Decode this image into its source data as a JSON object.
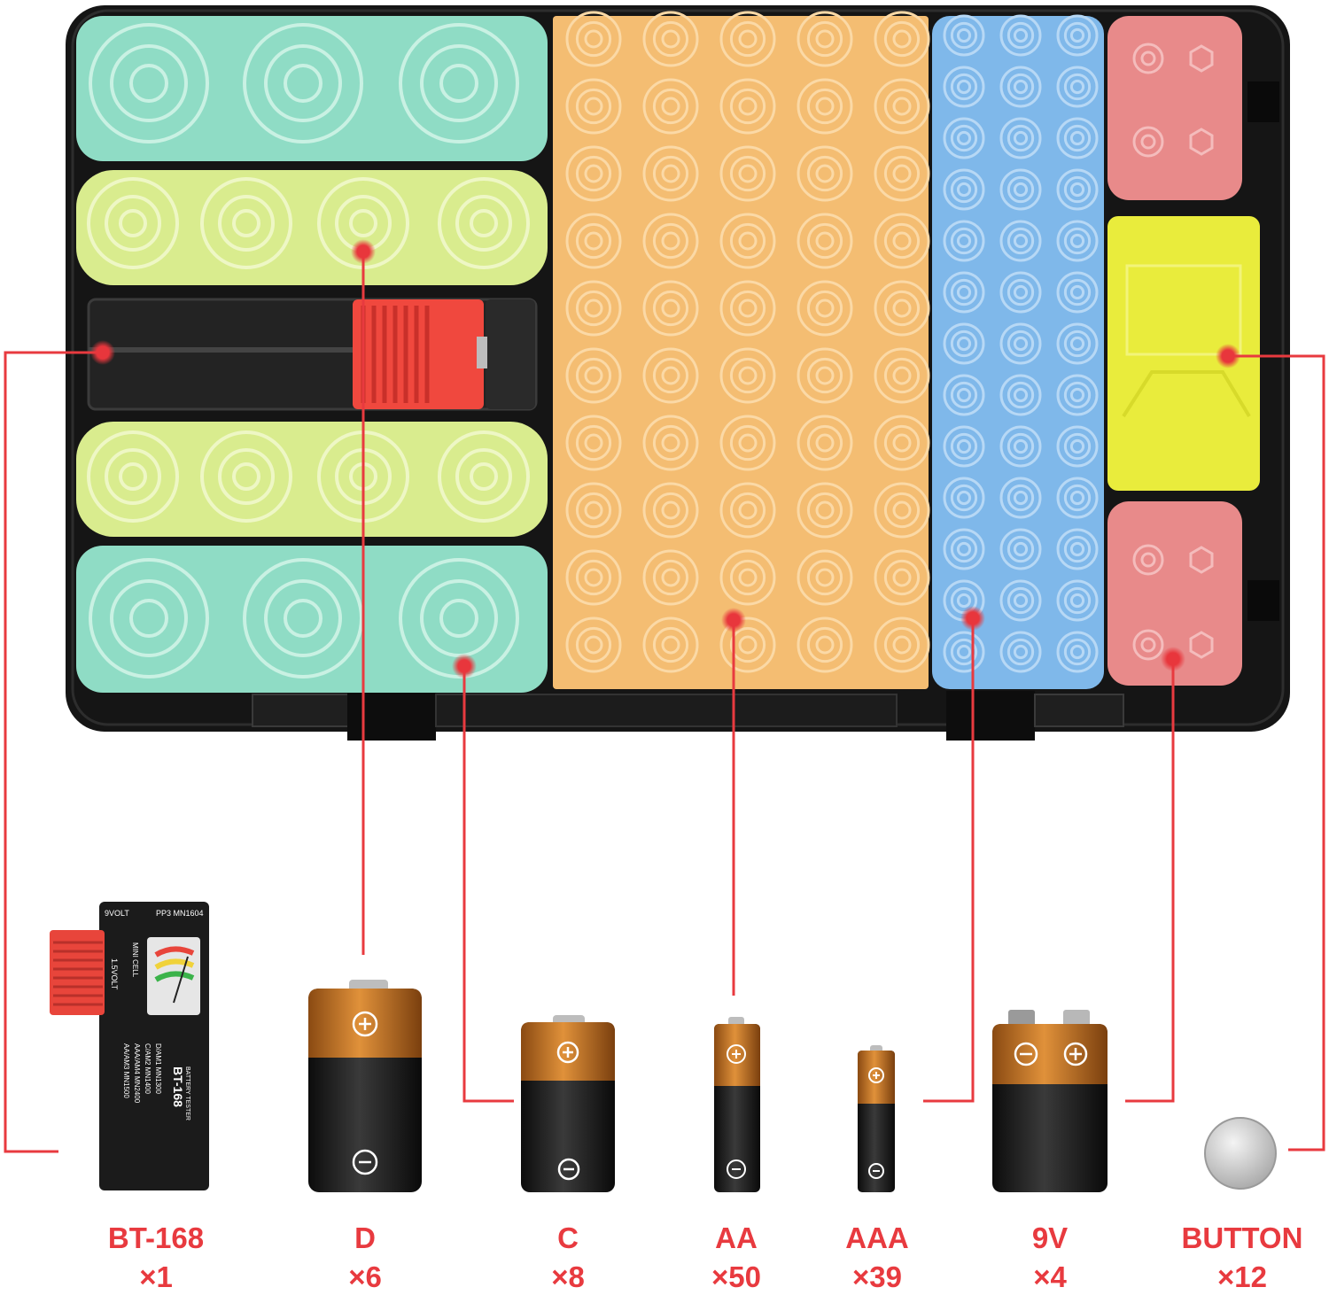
{
  "colors": {
    "accent_red": "#e83a3f",
    "organizer_black": "#151515",
    "d_slot": "#8fdcc5",
    "c_slot": "#d9ec8e",
    "aa_slot": "#f4bd72",
    "aaa_slot": "#7fb8ea",
    "nine_v_slot": "#e88a8a",
    "button_slot": "#e9ec3c",
    "battery_copper": "#c8721e",
    "battery_black": "#1e1e1e"
  },
  "tester": {
    "model": "BT-168",
    "caption": "BATTERY TESTER",
    "top_text": "9VOLT",
    "top_text2": "PP3 MN1604",
    "side_text": "1.5VOLT",
    "mini_cell": "MINI CELL",
    "rows": [
      "AA/AM3 MN1500",
      "AAA/AM4 MN2400",
      "C/AM2 MN1400",
      "D/AM1 MN1300"
    ]
  },
  "items": [
    {
      "id": "bt168",
      "name": "BT-168",
      "qty": "×1"
    },
    {
      "id": "d",
      "name": "D",
      "qty": "×6"
    },
    {
      "id": "c",
      "name": "C",
      "qty": "×8"
    },
    {
      "id": "aa",
      "name": "AA",
      "qty": "×50"
    },
    {
      "id": "aaa",
      "name": "AAA",
      "qty": "×39"
    },
    {
      "id": "9v",
      "name": "9V",
      "qty": "×4"
    },
    {
      "id": "button",
      "name": "BUTTON",
      "qty": "×12"
    }
  ]
}
